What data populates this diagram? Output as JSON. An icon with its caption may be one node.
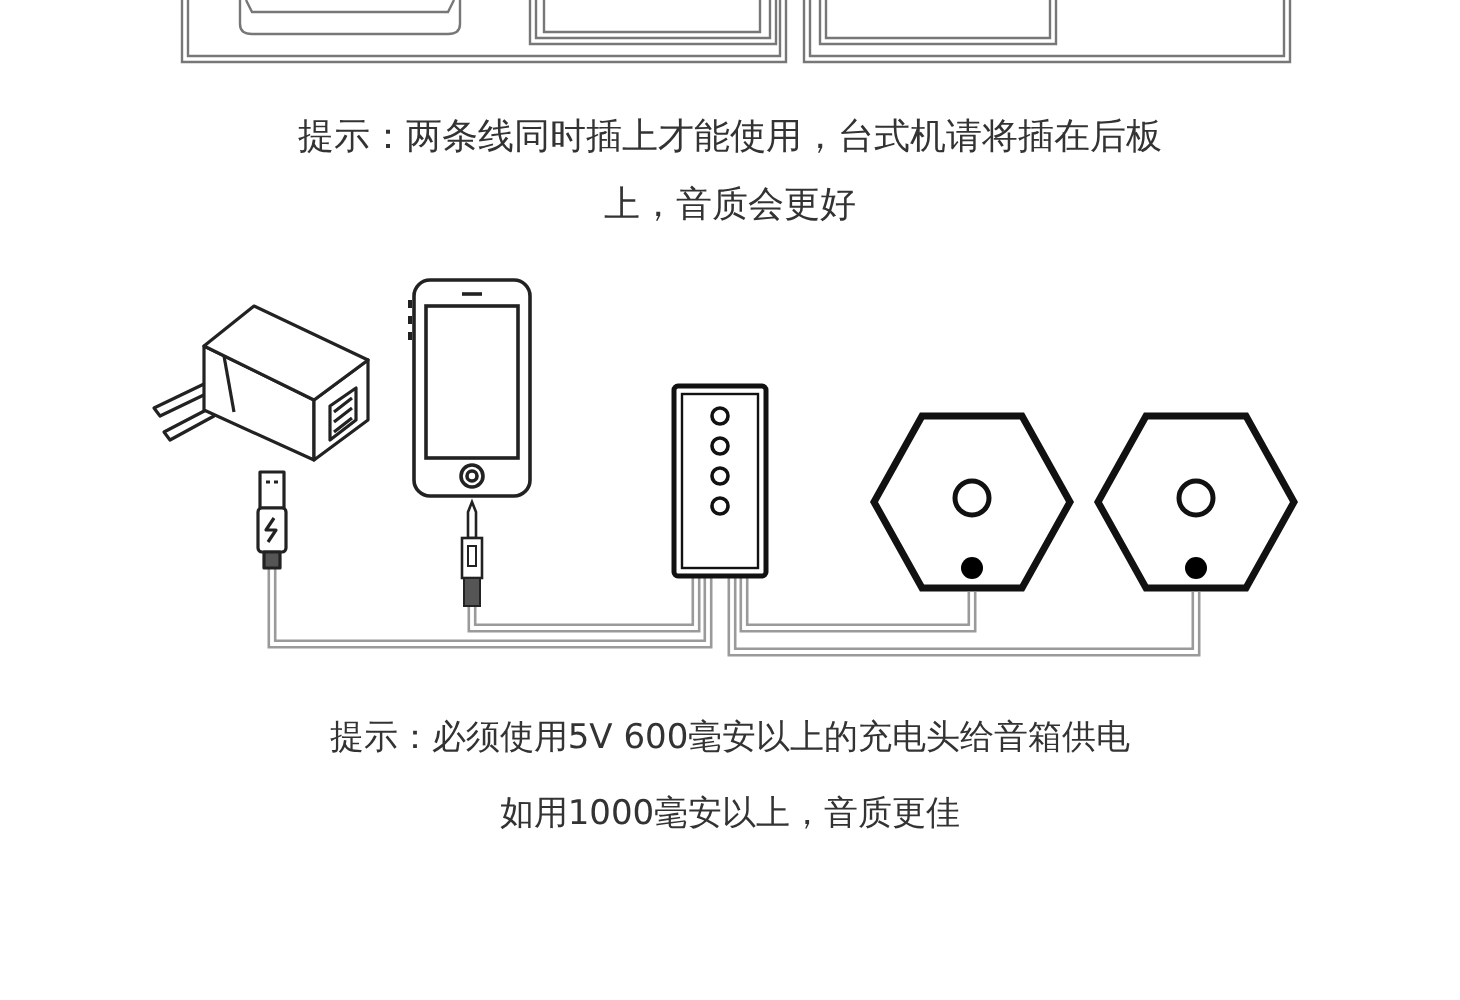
{
  "diagram": {
    "nodes": [
      {
        "text": [],
        "shape": "picture"
      },
      {
        "text": [],
        "shape": "picture"
      },
      {
        "text": [],
        "shape": "picture"
      },
      {
        "text": [],
        "shape": "hexagon"
      },
      {
        "text": [],
        "shape": "hexagon"
      }
    ],
    "edges": [
      {
        "from": 0,
        "to": 2,
        "arrow": "none"
      },
      {
        "from": 1,
        "to": 2,
        "arrow": "none"
      },
      {
        "from": 2,
        "to": 3,
        "arrow": "none"
      },
      {
        "from": 2,
        "to": 4,
        "arrow": "none"
      }
    ],
    "labels": [
      "提示：两条线同时插上才能使用，台式机请将插在后板上，音质会更好",
      "提示：必须使用5V 600毫安以上的充电头给音箱供电",
      "如用1000毫安以上，音质更佳"
    ]
  }
}
